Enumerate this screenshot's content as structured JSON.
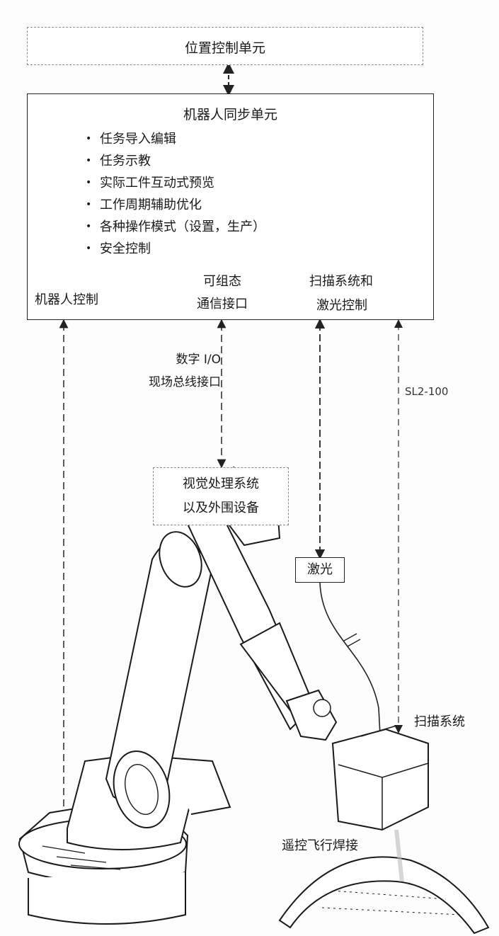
{
  "diagram": {
    "position_control_unit": "位置控制单元",
    "robot_sync_unit": {
      "title": "机器人同步单元",
      "features": [
        "任务导入编辑",
        "任务示教",
        "实际工件互动式预览",
        "工作周期辅助优化",
        "各种操作模式（设置，生产）",
        "安全控制"
      ]
    },
    "robot_control": "机器人控制",
    "configurable_interface": [
      "可组态",
      "通信接口"
    ],
    "scan_laser_control": [
      "扫描系统和",
      "激光控制"
    ],
    "digital_io": [
      "数字 I/O",
      "现场总线接口"
    ],
    "sl2_label": "SL2-100",
    "vision_system": [
      "视觉处理系统",
      "以及外围设备"
    ],
    "laser": "激光",
    "scan_system": "扫描系统",
    "remote_welding": "遥控飞行焊接"
  },
  "colors": {
    "line": "#222222",
    "dashed_border": "#8a8a8a",
    "robot_fill": "#ffffff"
  }
}
